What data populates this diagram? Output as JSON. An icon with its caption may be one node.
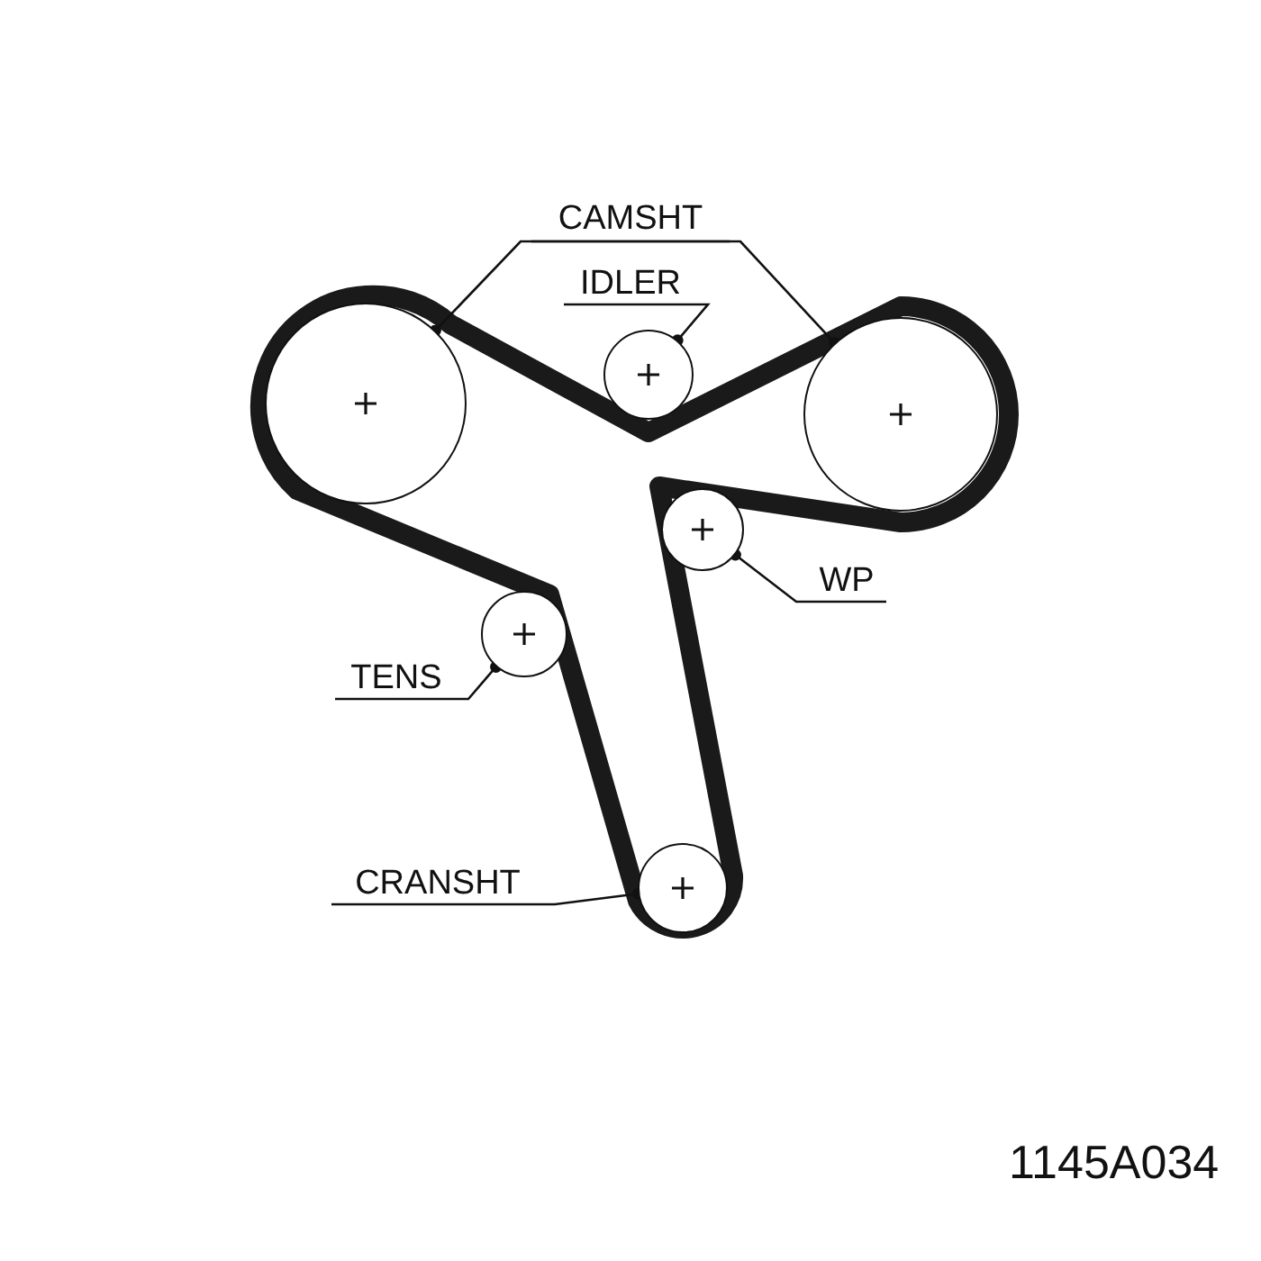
{
  "diagram": {
    "nodes": [
      {
        "text": [
          "CAMSHT"
        ]
      },
      {
        "text": [],
        "shape": "circle"
      },
      {
        "text": [],
        "shape": "circle"
      },
      {
        "text": [
          "IDLER"
        ]
      },
      {
        "text": [],
        "shape": "circle"
      },
      {
        "text": [
          "WP"
        ]
      },
      {
        "text": [],
        "shape": "circle"
      },
      {
        "text": [
          "TENS"
        ]
      },
      {
        "text": [],
        "shape": "circle"
      },
      {
        "text": [
          "CRANSHT"
        ]
      },
      {
        "text": [],
        "shape": "circle"
      }
    ],
    "edges": [
      {
        "from": 0,
        "to": 1,
        "arrow": "other"
      },
      {
        "from": 0,
        "to": 2,
        "arrow": "other"
      },
      {
        "from": 3,
        "to": 4,
        "arrow": "other"
      },
      {
        "from": 5,
        "to": 6,
        "arrow": "other"
      },
      {
        "from": 7,
        "to": 8,
        "arrow": "other"
      },
      {
        "from": 9,
        "to": 10,
        "arrow": "other"
      }
    ],
    "labels": [
      "1145A034"
    ]
  }
}
